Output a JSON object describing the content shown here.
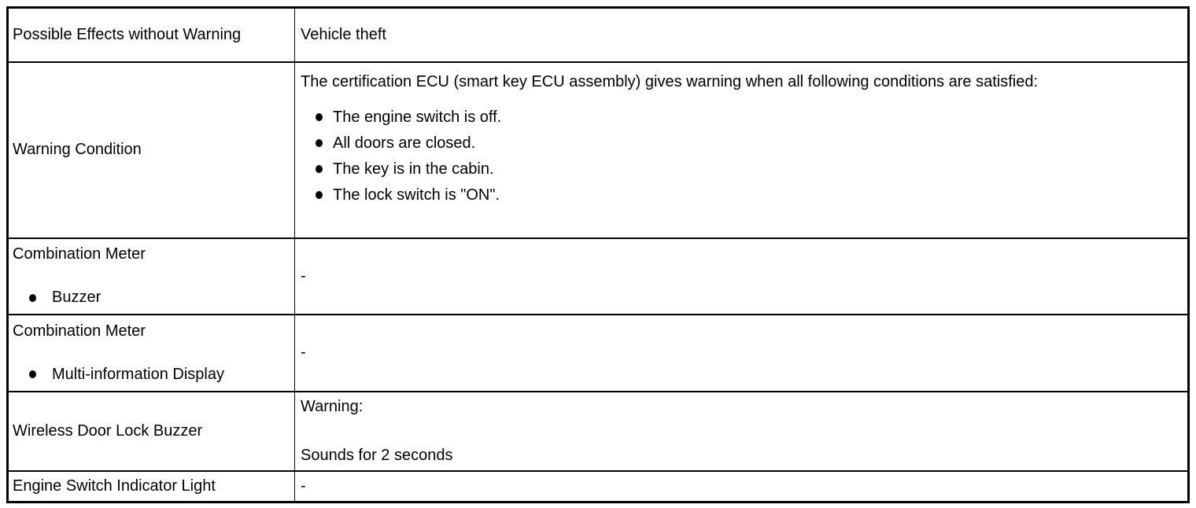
{
  "colors": {
    "border": "#000000",
    "text": "#000000",
    "background": "#ffffff"
  },
  "icons": {
    "bullet": "filled-circle"
  },
  "table": {
    "rows": [
      {
        "label": "Possible Effects without Warning",
        "value": "Vehicle theft"
      },
      {
        "label": "Warning Condition",
        "value_intro": "The certification ECU (smart key ECU assembly) gives warning when all following conditions are satisfied:",
        "value_bullets": [
          "The engine switch is off.",
          "All doors are closed.",
          "The key is in the cabin.",
          "The lock switch is \"ON\"."
        ]
      },
      {
        "label_title": "Combination Meter",
        "label_bullet": "Buzzer",
        "value": "-"
      },
      {
        "label_title": "Combination Meter",
        "label_bullet": "Multi-information Display",
        "value": "-"
      },
      {
        "label": "Wireless Door Lock Buzzer",
        "value_line1": "Warning:",
        "value_line2": "Sounds for 2 seconds"
      },
      {
        "label": "Engine Switch Indicator Light",
        "value": "-"
      }
    ]
  }
}
